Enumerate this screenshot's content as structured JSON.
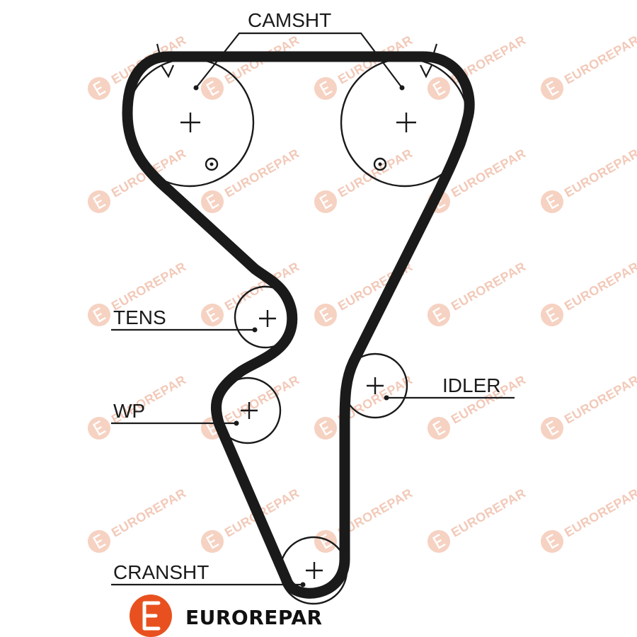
{
  "watermark": {
    "text": "EUROREPAR",
    "color": "#f2c9b8",
    "icon": "eurorepar-e-logo"
  },
  "labels": {
    "camshaft": "CAMSHT",
    "tensioner": "TENS",
    "water_pump": "WP",
    "idler": "IDLER",
    "crankshaft": "CRANSHT"
  },
  "brand": {
    "name": "EUROREPAR",
    "logo_color": "#e8511f",
    "icon": "eurorepar-e-logo"
  },
  "colors": {
    "belt": "#1a1a1a",
    "background": "#ffffff"
  }
}
